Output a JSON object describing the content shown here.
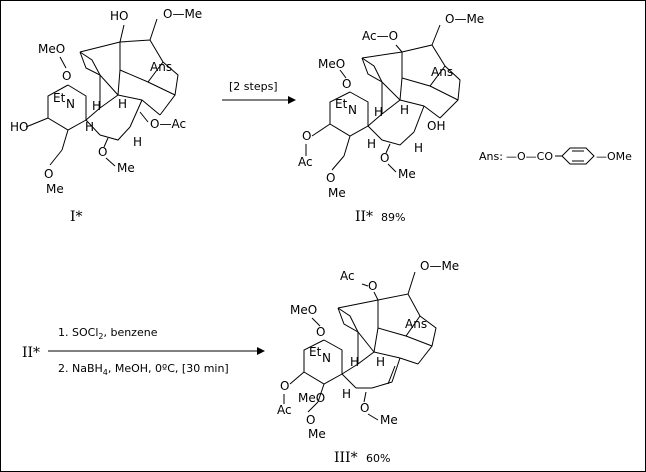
{
  "compounds": {
    "c1": {
      "label": "I*"
    },
    "c2": {
      "label": "II*",
      "yield": "89%"
    },
    "c3": {
      "label": "III*",
      "yield": "60%"
    }
  },
  "reaction1": {
    "conditions": "[2 steps]"
  },
  "reaction2": {
    "start_label": "II*",
    "step1": {
      "prefix": "1. SOCl",
      "sub": "2",
      "suffix": ",  benzene"
    },
    "step2": {
      "prefix": "2. NaBH",
      "sub": "4",
      "suffix": ",  MeOH,  0ºC, [30 min]"
    }
  },
  "legend": {
    "key": "Ans:",
    "chain": "—O—CO",
    "tail": "—OMe"
  },
  "atoms": {
    "ome": "O—Me",
    "meo": "MeO",
    "me": "Me",
    "ho": "HO",
    "oh": "OH",
    "ans": "Ans",
    "et": "Et",
    "n": "N",
    "h": "H",
    "oac": "O—Ac",
    "ac": "Ac",
    "aco": "Ac—O",
    "o": "O"
  },
  "colors": {
    "ink": "#000000",
    "background": "#ffffff"
  }
}
